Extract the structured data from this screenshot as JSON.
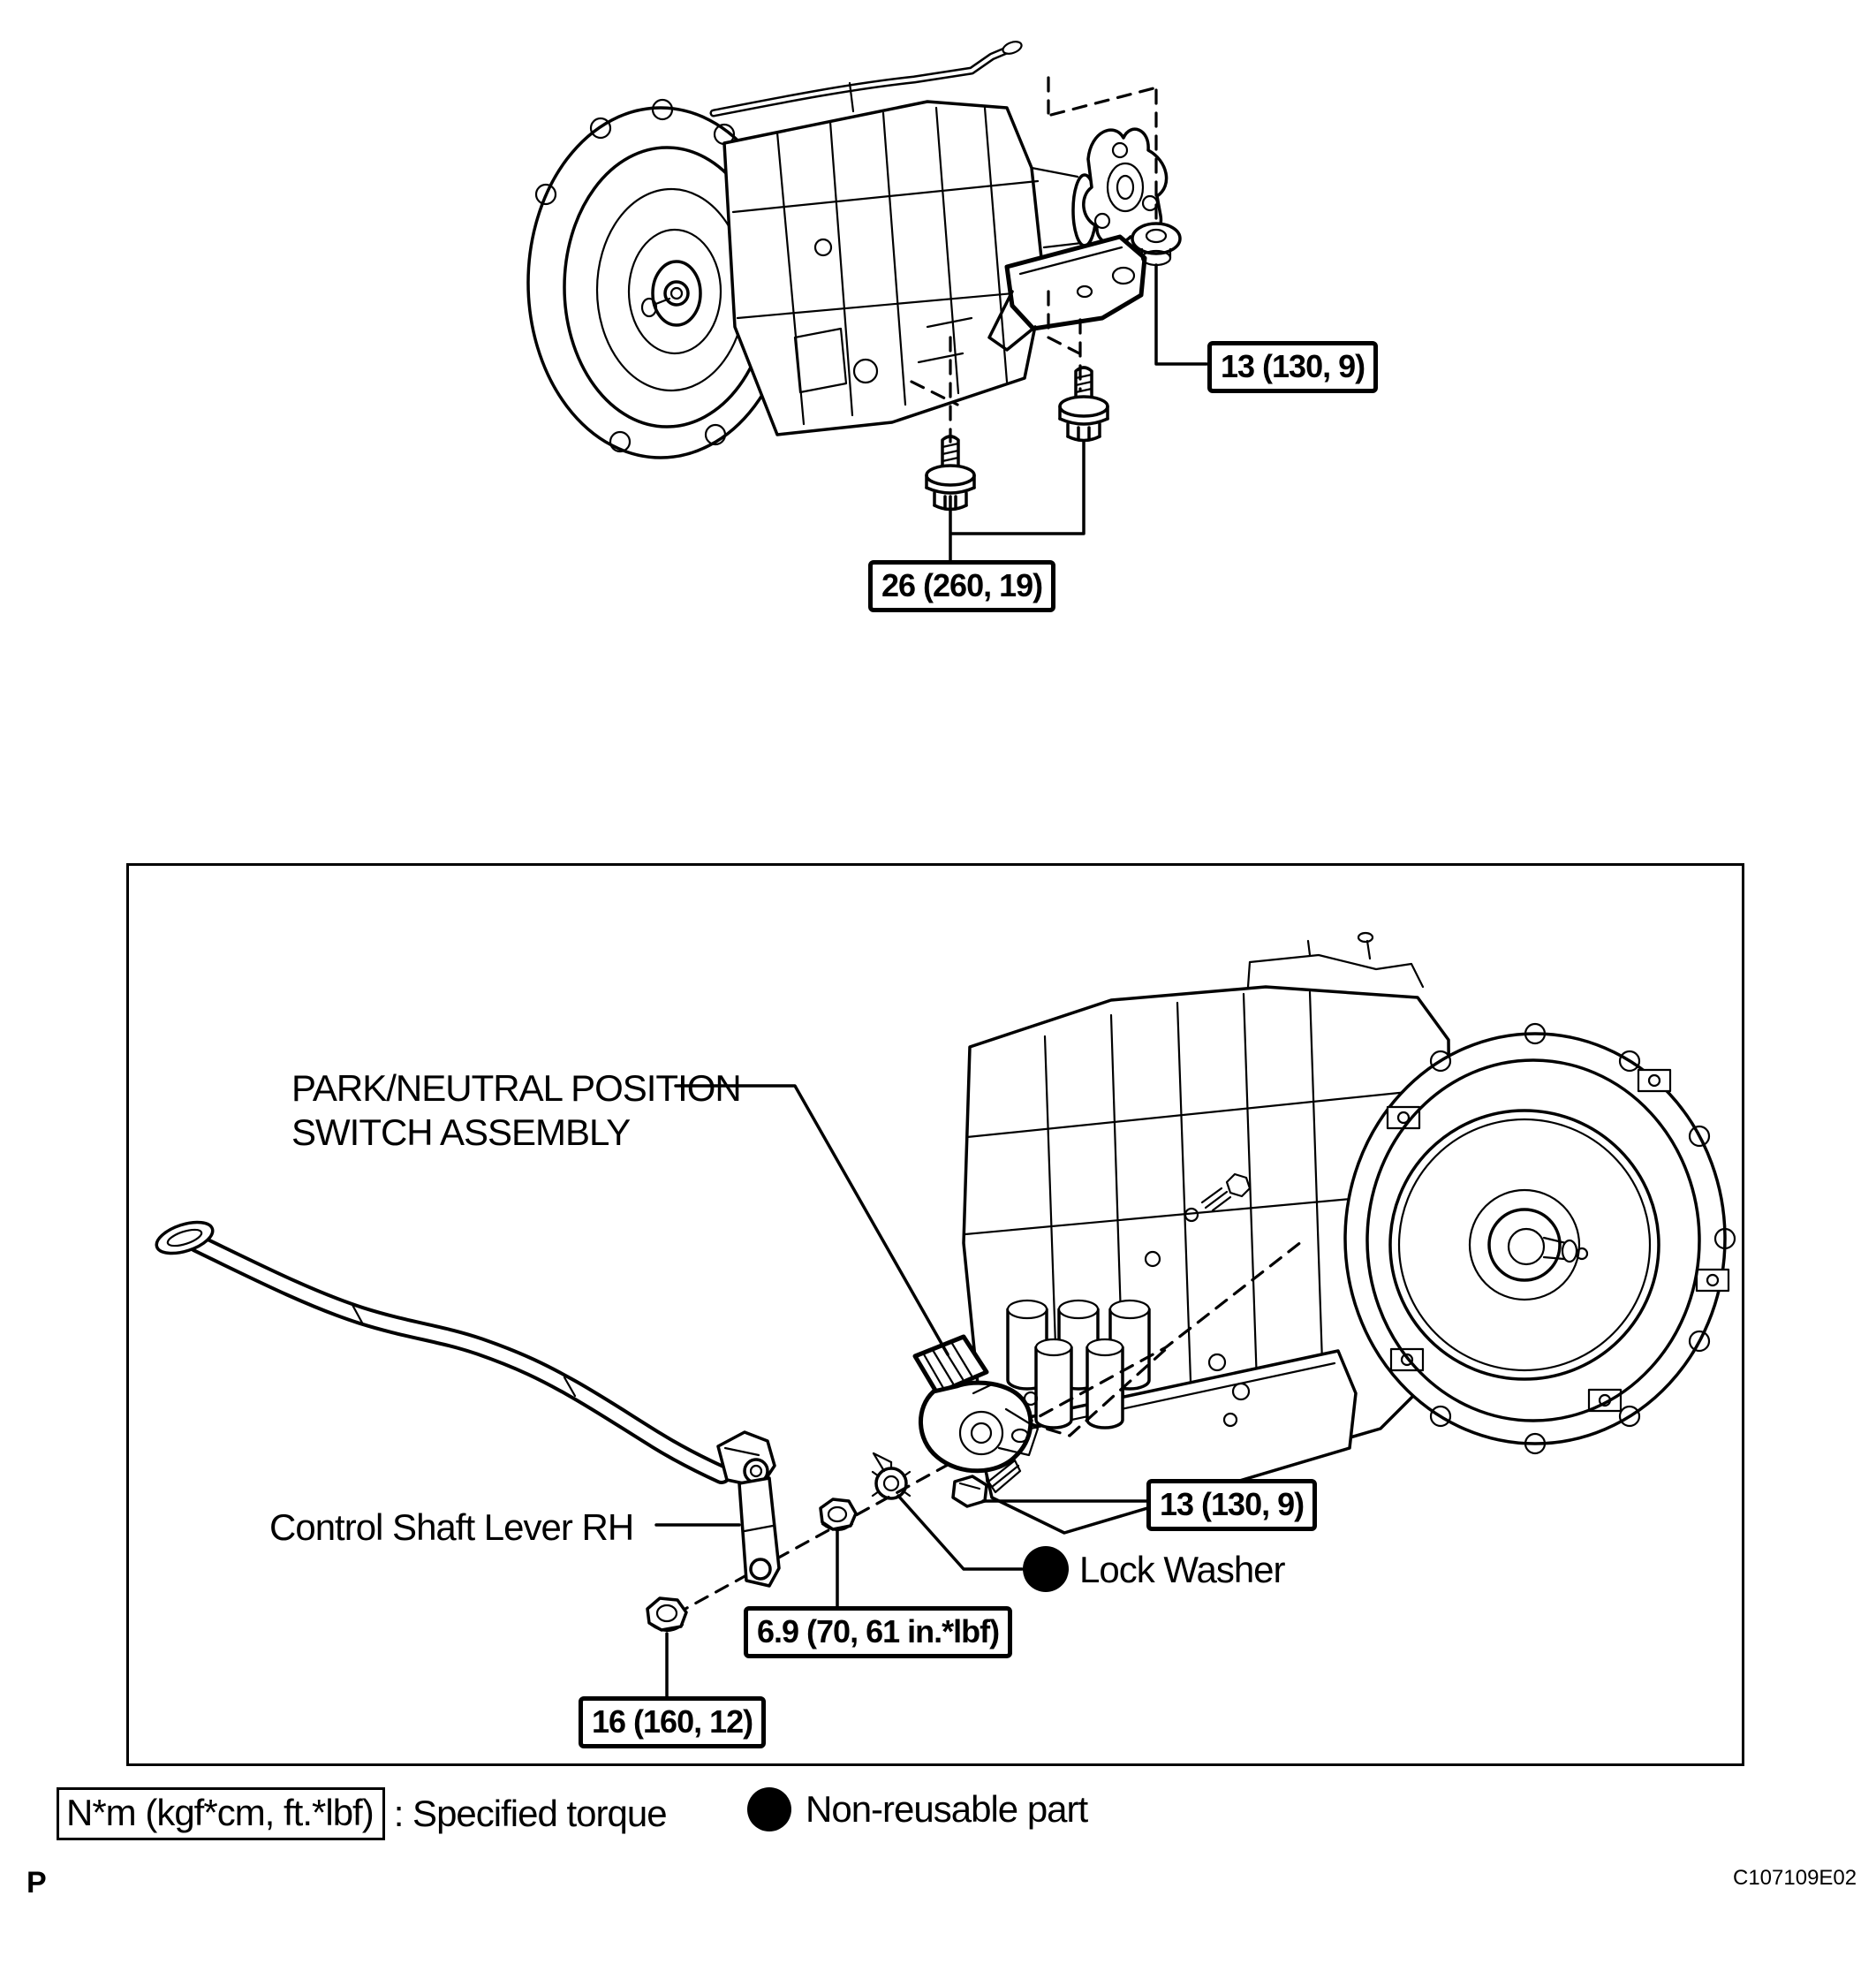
{
  "page": {
    "background_color": "#ffffff",
    "line_color": "#000000",
    "code": "C107109E02",
    "footer_letter": "P"
  },
  "top_figure": {
    "description": "automatic transmission with rear support bracket, exploded bolts",
    "torque_bracket_bolt": "13 (130, 9)",
    "torque_mount_bolts": "26 (260, 19)"
  },
  "bottom_figure": {
    "description": "park/neutral position switch installation on transmission",
    "switch_label_line1": "PARK/NEUTRAL POSITION",
    "switch_label_line2": "SWITCH ASSEMBLY",
    "control_lever_label": "Control Shaft Lever RH",
    "lock_washer_label": "Lock Washer",
    "torque_switch_bolt": "13 (130, 9)",
    "torque_adjust_nut": "6.9 (70, 61 in.*lbf)",
    "torque_lever_nut": "16 (160, 12)"
  },
  "legend": {
    "torque_unit": "N*m (kgf*cm, ft.*lbf)",
    "torque_desc": ": Specified torque",
    "non_reusable": "Non-reusable part",
    "dot_color": "#000000"
  }
}
